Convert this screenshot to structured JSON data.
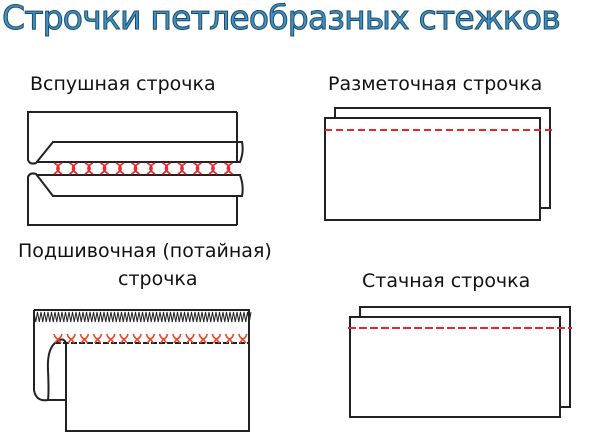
{
  "title": "Строчки петлеобразных стежков",
  "diagrams": [
    {
      "label": "Вспушная строчка"
    },
    {
      "label": "Разметочная строчка"
    },
    {
      "label_line1": "Подшивочная (потайная)",
      "label_line2": "строчка"
    },
    {
      "label": "Стачная строчка"
    }
  ],
  "colors": {
    "title": "#3f93c4",
    "stitch": "#e8262b",
    "outline": "#222222"
  }
}
